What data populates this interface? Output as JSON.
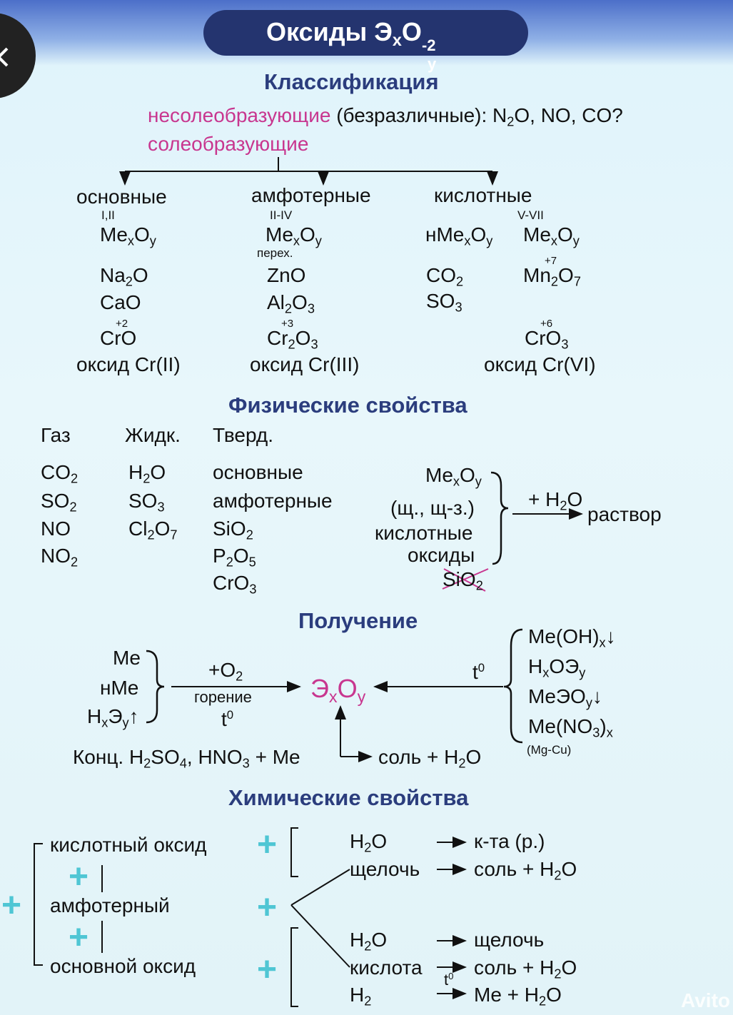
{
  "header": {
    "title_main": "Оксиды Э",
    "title_x": "x",
    "title_o": "O",
    "title_charge": "-2",
    "title_y": "y"
  },
  "classification": {
    "heading": "Классификация",
    "nonsalt_label": "несолеобразующие",
    "nonsalt_rest_a": "(безразличные): N",
    "nonsalt_rest_b": "2",
    "nonsalt_rest_c": "O, NO, CO?",
    "salt_label": "солеобразующие",
    "basic": "основные",
    "basic_val": "I,II",
    "amph": "амфотерные",
    "amph_val": "II-IV",
    "amph_note": "перех.",
    "acidic": "кислотные",
    "acidic_val": "V-VII",
    "me": "Me",
    "x": "x",
    "o": "O",
    "y": "y",
    "nme": "нMe",
    "basic_ex1_a": "Na",
    "basic_ex1_b": "2",
    "basic_ex1_c": "O",
    "basic_ex2": "CaO",
    "cro": "CrO",
    "cro_ox": "+2",
    "amph_ex1": "ZnO",
    "amph_ex2_a": "Al",
    "amph_ex2_b": "2",
    "amph_ex2_c": "O",
    "amph_ex2_d": "3",
    "cr2o3_a": "Cr",
    "cr2o3_ox": "+3",
    "cr2o3_b": "2",
    "cr2o3_c": "O",
    "cr2o3_d": "3",
    "acid_ex1_a": "CO",
    "acid_ex1_b": "2",
    "acid_ex2_a": "SO",
    "acid_ex2_b": "3",
    "mn_a": "Mn",
    "mn_ox": "+7",
    "mn_b": "2",
    "mn_c": "O",
    "mn_d": "7",
    "cro3_a": "CrO",
    "cro3_ox": "+6",
    "cro3_b": "3",
    "cr2_label": "оксид Cr(II)",
    "cr3_label": "оксид Cr(III)",
    "cr6_label": "оксид Cr(VI)"
  },
  "physical": {
    "heading": "Физические свойства",
    "gas": "Газ",
    "liquid": "Жидк.",
    "solid": "Тверд.",
    "gas_list": [
      [
        "CO",
        "2"
      ],
      [
        "SO",
        "2"
      ],
      [
        "NO",
        ""
      ],
      [
        "NO",
        "2"
      ]
    ],
    "liq_h2o": [
      "H",
      "2",
      "O"
    ],
    "liq_so3": [
      "SO",
      "3"
    ],
    "liq_cl2o7": [
      "Cl",
      "2",
      "O",
      "7"
    ],
    "solid_basic": "основные",
    "solid_amph": "амфотерные",
    "sio2": [
      "SiO",
      "2"
    ],
    "p2o5": [
      "P",
      "2",
      "O",
      "5"
    ],
    "cro3": [
      "CrO",
      "3"
    ],
    "alk": "(щ., щ-з.)",
    "acidic_ox": "кислотные",
    "oxides": "оксиды",
    "plus_water_a": "+ H",
    "plus_water_b": "2",
    "plus_water_c": "O",
    "solution": "раствор"
  },
  "obtaining": {
    "heading": "Получение",
    "me": "Me",
    "nme": "нMe",
    "hxey": [
      "H",
      "x",
      "Э",
      "y",
      "↑"
    ],
    "o2_a": "+O",
    "o2_b": "2",
    "burning": "горение",
    "t": "t",
    "deg": "0",
    "product": [
      "Э",
      "x",
      "O",
      "y"
    ],
    "r1": [
      "Me(OH)",
      "x",
      "↓"
    ],
    "r2": [
      "H",
      "x",
      "OЭ",
      "y"
    ],
    "r3": [
      "MeЭO",
      "y",
      "↓"
    ],
    "r4": [
      "Me(NO",
      "3",
      ")",
      "x"
    ],
    "r4_note": "(Mg-Cu)",
    "conc": [
      "Конц. H",
      "2",
      "SO",
      "4",
      ", HNO",
      "3",
      " + Me"
    ],
    "salt_water": [
      "соль + H",
      "2",
      "O"
    ]
  },
  "chemical": {
    "heading": "Химические свойства",
    "acid_oxide": "кислотный  оксид",
    "amph": "амфотерный",
    "basic_oxide": "основной  оксид",
    "plus": "+",
    "a_h2o": [
      "H",
      "2",
      "O"
    ],
    "a_acid": "к-та (р.)",
    "alkali": "щелочь",
    "salt_water": [
      "соль + H",
      "2",
      "O"
    ],
    "b_h2o": [
      "H",
      "2",
      "O"
    ],
    "b_alkali": "щелочь",
    "acid": "кислота",
    "h2": [
      "H",
      "2"
    ],
    "me_water": [
      "Me + H",
      "2",
      "O"
    ],
    "t": "t",
    "deg": "0"
  },
  "watermark": "Avito",
  "colors": {
    "pill": "#24346f",
    "heading": "#2b3d7d",
    "pink": "#c8368f",
    "plus": "#4fc6d4"
  }
}
